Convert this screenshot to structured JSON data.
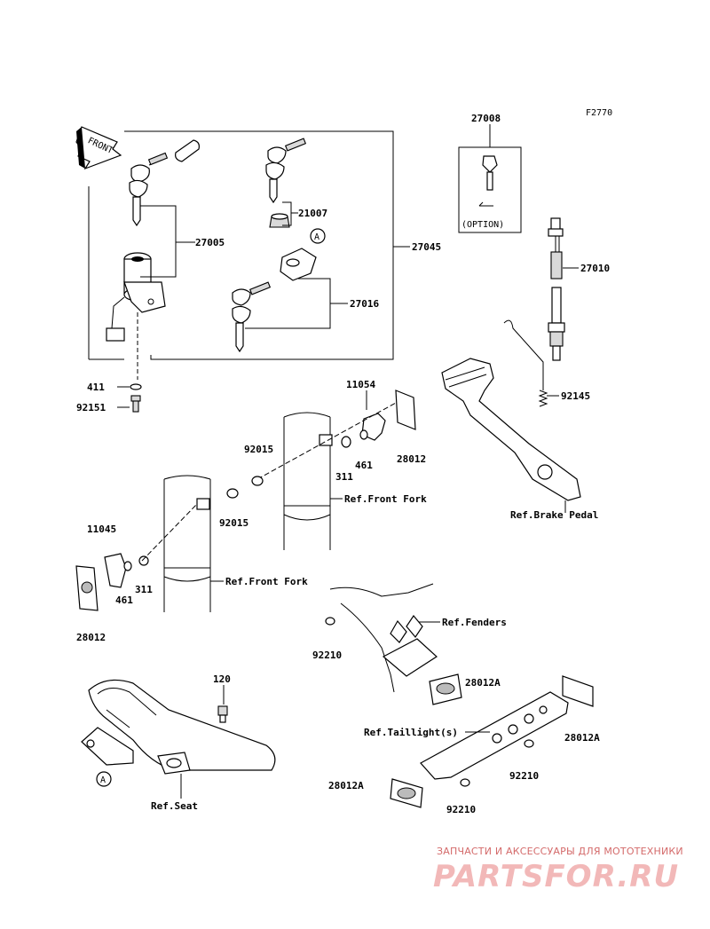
{
  "figure_code": "F2770",
  "front_arrow_text": "FRONT",
  "option_text": "(OPTION)",
  "circle_marker": "A",
  "parts": {
    "p27008": "27008",
    "p27005": "27005",
    "p21007": "21007",
    "p27045": "27045",
    "p27016": "27016",
    "p27010": "27010",
    "p411": "411",
    "p92151": "92151",
    "p11054": "11054",
    "p92015a": "92015",
    "p461a": "461",
    "p311a": "311",
    "p28012a": "28012",
    "p92145": "92145",
    "p92015b": "92015",
    "p11045": "11045",
    "p461b": "461",
    "p311b": "311",
    "p28012b": "28012",
    "p92210a": "92210",
    "p120": "120",
    "p28012A_a": "28012A",
    "p28012A_b": "28012A",
    "p92210b": "92210",
    "p28012A_c": "28012A",
    "p92210c": "92210"
  },
  "refs": {
    "brake_pedal": "Ref.Brake Pedal",
    "front_fork_a": "Ref.Front Fork",
    "front_fork_b": "Ref.Front Fork",
    "fenders": "Ref.Fenders",
    "taillights": "Ref.Taillight(s)",
    "seat": "Ref.Seat"
  },
  "watermark": {
    "line1": "ЗАПЧАСТИ И АКСЕССУАРЫ ДЛЯ МОТОТЕХНИКИ",
    "line2": "PARTSFOR.RU"
  }
}
